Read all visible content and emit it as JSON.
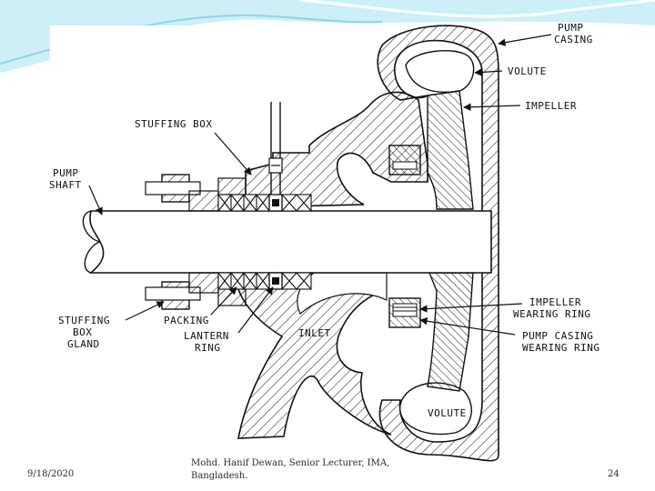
{
  "labels": {
    "pump_casing_1": "PUMP",
    "pump_casing_2": "CASING",
    "volute_top": "VOLUTE",
    "impeller": "IMPELLER",
    "stuffing_box": "STUFFING  BOX",
    "pump_shaft_1": "PUMP",
    "pump_shaft_2": "SHAFT",
    "impeller_wearing_ring_1": "IMPELLER",
    "impeller_wearing_ring_2": "WEARING  RING",
    "pump_casing_wearing_ring_1": "PUMP  CASING",
    "pump_casing_wearing_ring_2": "WEARING  RING",
    "stuffing_box_gland_1": "STUFFING",
    "stuffing_box_gland_2": "BOX",
    "stuffing_box_gland_3": "GLAND",
    "packing": "PACKING",
    "lantern_ring_1": "LANTERN",
    "lantern_ring_2": "RING",
    "inlet": "INLET",
    "volute_bottom": "VOLUTE"
  },
  "footer": {
    "date": "9/18/2020",
    "author": "Mohd. Hanif Dewan, Senior Lecturer, IMA, Bangladesh.",
    "page": "24"
  },
  "colors": {
    "ribbon_light": "#cdeff7",
    "ribbon_mid": "#8fd3e6",
    "line": "#111111"
  }
}
